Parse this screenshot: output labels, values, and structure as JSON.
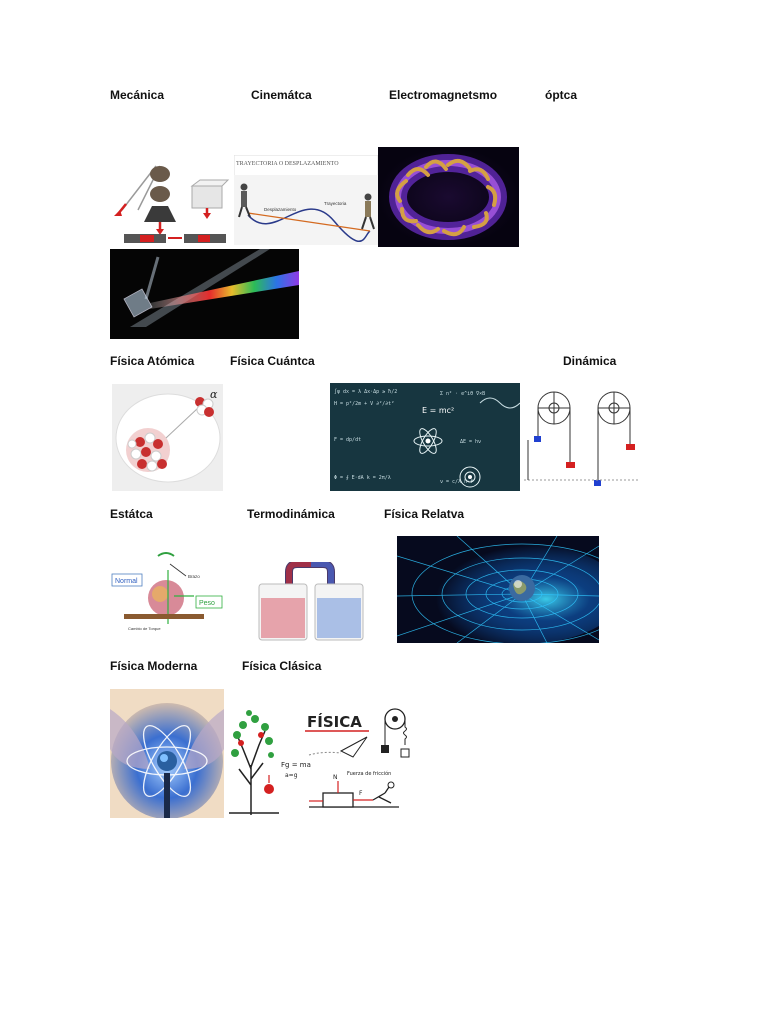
{
  "labels": {
    "mecanica": "Mecánica",
    "cinematica": "Cinemátca",
    "electromagnetismo": "Electromagnetsmo",
    "optica": "óptca",
    "fisica_atomica": "Física Atómica",
    "fisica_cuantica": "Física Cuántca",
    "dinamica": "Dinámica",
    "estatica": "Estátca",
    "termodinamica": "Termodinámica",
    "fisica_relativa": "Física Relatva",
    "fisica_moderna": "Física Moderna",
    "fisica_clasica": "Física Clásica"
  },
  "images": {
    "cinematica": {
      "title": "TRAYECTORIA O DESPLAZAMIENTO",
      "label_a": "Trayectoria",
      "label_b": "Desplazamiento"
    },
    "cuantica": {
      "formula": "E = mc²"
    },
    "atomica": {
      "symbol": "α"
    },
    "estatica": {
      "normal": "Normal",
      "peso": "Peso",
      "brazo": "Brazo",
      "torque": "Cambio de Torque"
    },
    "clasica": {
      "title": "FÍSICA",
      "formula": "Fg = ma",
      "formula2": "a=g",
      "friccion": "Fuerza de fricción",
      "n": "N",
      "f": "F"
    },
    "colors": {
      "prism_bg": "#050505",
      "quantum_bg": "#173640",
      "relativity_bg": "#060a1e",
      "torus_bg": "#0a0618",
      "modern_glow": "#3b6fd0",
      "red_accent": "#d42020"
    }
  }
}
